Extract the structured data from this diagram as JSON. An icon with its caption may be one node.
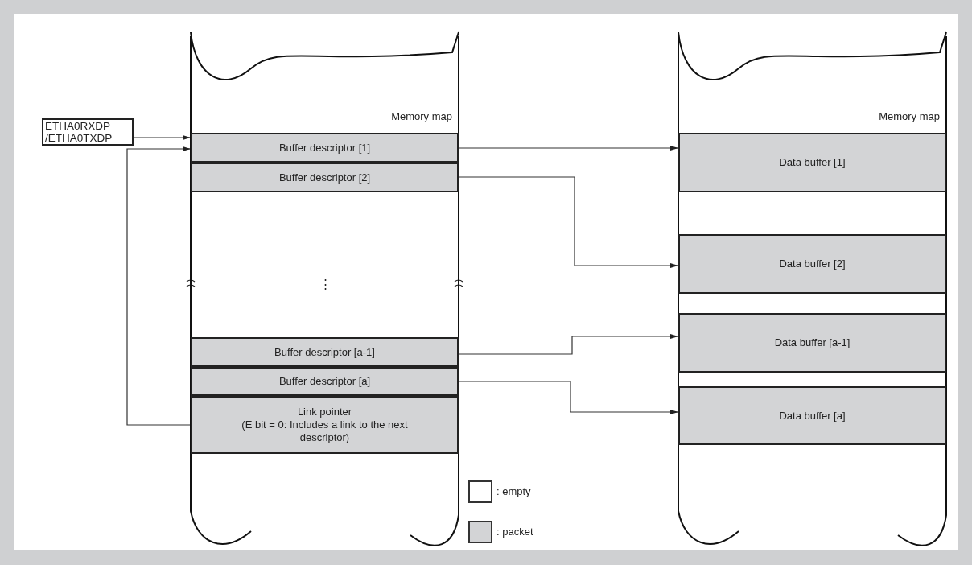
{
  "diagram": {
    "nodes": [
      {
        "text": [
          "Memory map"
        ]
      },
      {
        "text": [
          "ETHA0RXDP /ETHA0TXDP"
        ]
      },
      {
        "text": [
          "Buffer descriptor [1]"
        ],
        "in": 0
      },
      {
        "text": [
          "Buffer descriptor [2]"
        ],
        "in": 0
      },
      {
        "text": [
          "Buffer descriptor [a-1]"
        ],
        "in": 0
      },
      {
        "text": [
          "Buffer descriptor [a]"
        ],
        "in": 0
      },
      {
        "text": [
          "Link pointer",
          "(E bit = 0: Includes a link to the next descriptor)"
        ],
        "in": 0
      },
      {
        "text": [
          "Memory map"
        ]
      },
      {
        "text": [
          "Data buffer [1]"
        ],
        "in": 7
      },
      {
        "text": [
          "Data buffer [2]"
        ],
        "in": 7
      },
      {
        "text": [
          "Data buffer [a-1]"
        ],
        "in": 7
      },
      {
        "text": [
          "Data buffer [a]"
        ],
        "in": 7
      }
    ],
    "edges": [
      {
        "from": 1,
        "to": 2,
        "arrow": "to"
      },
      {
        "from": 6,
        "to": 2,
        "arrow": "to"
      },
      {
        "from": 2,
        "to": 8,
        "arrow": "to"
      },
      {
        "from": 3,
        "to": 9,
        "arrow": "to"
      },
      {
        "from": 4,
        "to": 10,
        "arrow": "to"
      },
      {
        "from": 5,
        "to": 11,
        "arrow": "to"
      }
    ],
    "labels": [
      "⋮"
    ],
    "legend": [
      {
        "text": ": empty",
        "color": "#ffffff"
      },
      {
        "text": ": packet",
        "color": "#d3d4d6"
      }
    ]
  }
}
